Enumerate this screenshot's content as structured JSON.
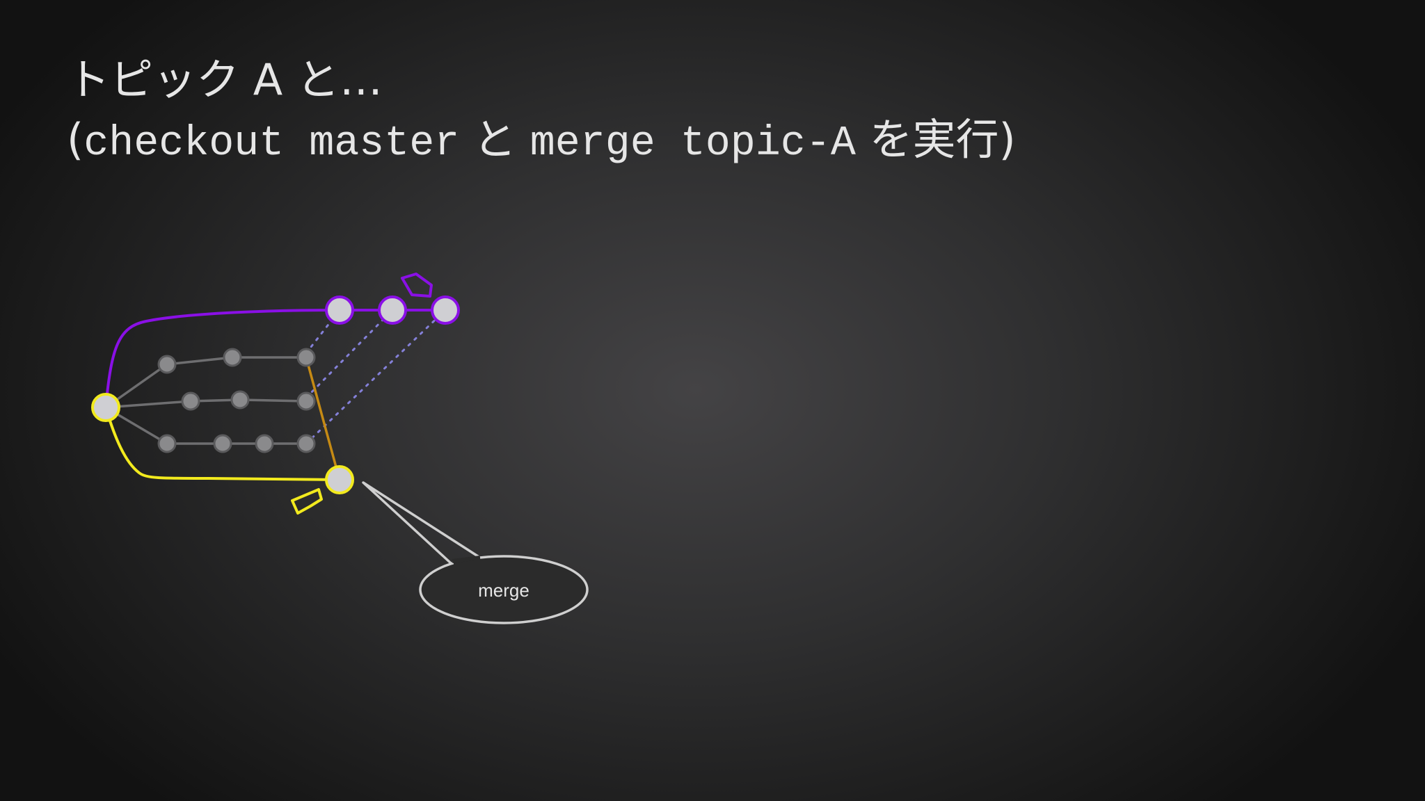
{
  "slide": {
    "title_line1": "トピック A と…",
    "title_line2": {
      "open": "(",
      "cmd1": "checkout master",
      "joiner": "と",
      "cmd2": "merge topic-A",
      "suffix": "を実行)"
    }
  },
  "diagram": {
    "callout_text": "merge",
    "colors": {
      "master_branch": "#f2ea1e",
      "topic_a_branch": "#8a10e6",
      "commit_fill": "#cfcfd3",
      "side_commit_fill": "#8a8a8c",
      "side_line": "#6e6e70",
      "merge_line": "#c58a14",
      "dotted_link": "#8480d8",
      "callout_stroke": "#cfcfcf"
    }
  }
}
